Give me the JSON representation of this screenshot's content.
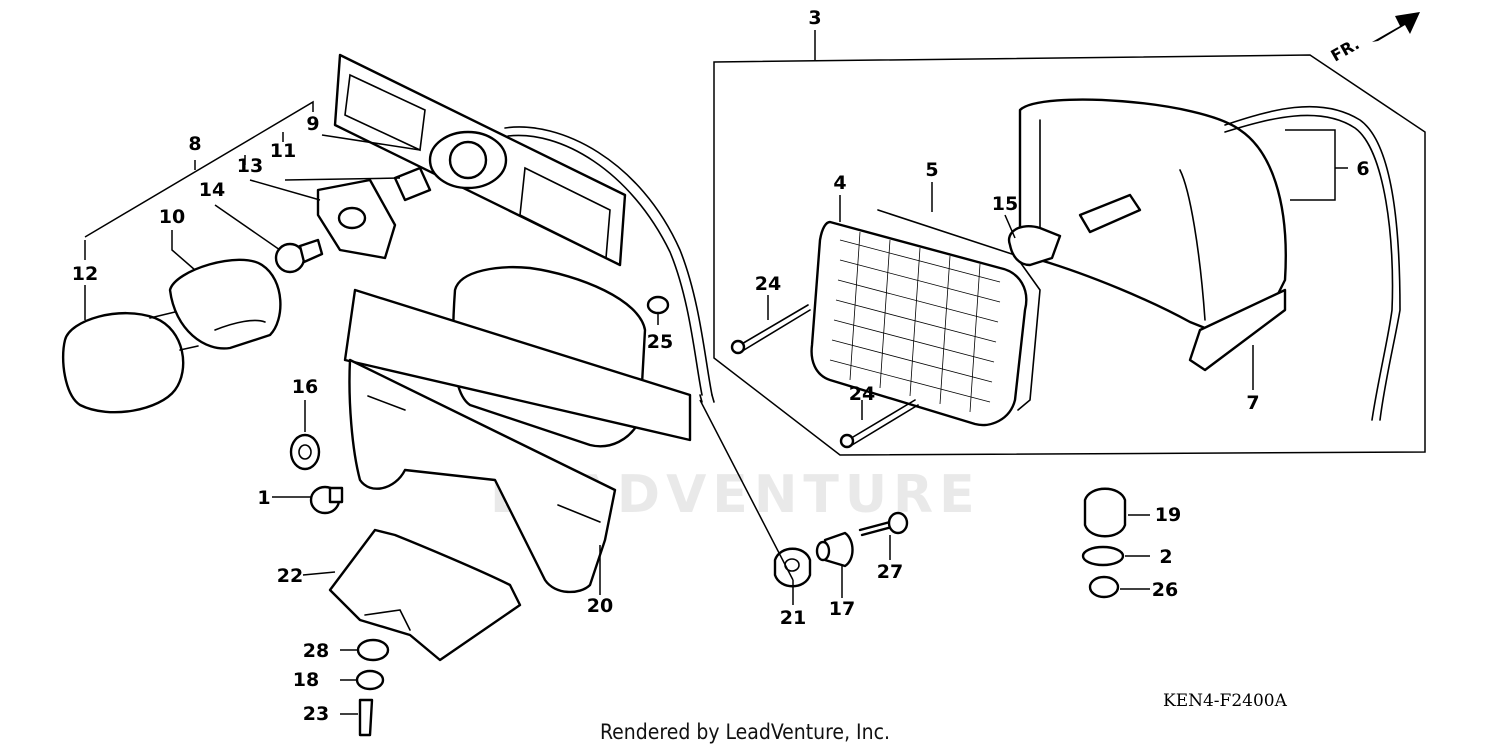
{
  "diagram": {
    "callouts": [
      "1",
      "2",
      "3",
      "4",
      "5",
      "6",
      "7",
      "8",
      "9",
      "10",
      "11",
      "12",
      "13",
      "14",
      "15",
      "16",
      "17",
      "18",
      "19",
      "20",
      "21",
      "22",
      "23",
      "24",
      "24",
      "25",
      "26",
      "27",
      "28"
    ],
    "direction_label": "FR.",
    "diagram_code": "KEN4-F2400A",
    "credit": "Rendered by LeadVenture, Inc.",
    "watermark": "LEADVENTURE"
  }
}
